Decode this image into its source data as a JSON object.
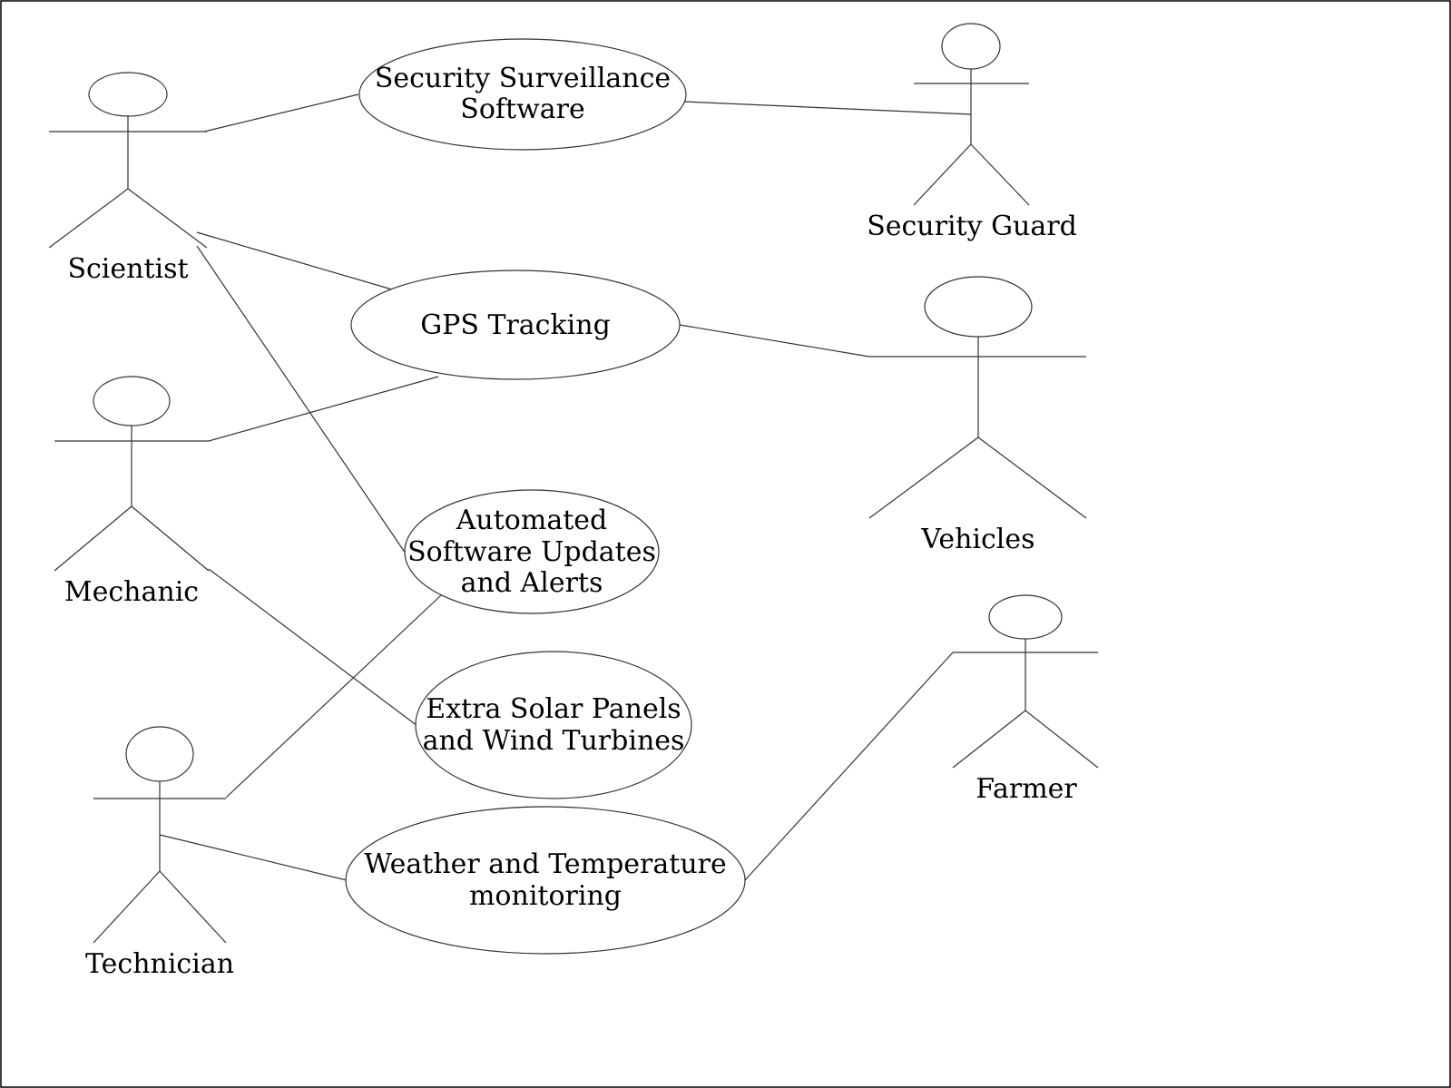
{
  "actors": [
    {
      "id": "scientist",
      "label": "Scientist"
    },
    {
      "id": "security-guard",
      "label": "Security Guard"
    },
    {
      "id": "mechanic",
      "label": "Mechanic"
    },
    {
      "id": "vehicles",
      "label": "Vehicles"
    },
    {
      "id": "farmer",
      "label": "Farmer"
    },
    {
      "id": "technician",
      "label": "Technician"
    }
  ],
  "use_cases": [
    {
      "id": "security-surveillance",
      "lines": [
        "Security Surveillance",
        "Software"
      ]
    },
    {
      "id": "gps-tracking",
      "lines": [
        "GPS Tracking"
      ]
    },
    {
      "id": "automated-updates",
      "lines": [
        "Automated",
        "Software Updates",
        "and Alerts"
      ]
    },
    {
      "id": "solar-wind",
      "lines": [
        "Extra Solar Panels",
        "and Wind Turbines"
      ]
    },
    {
      "id": "weather-monitoring",
      "lines": [
        "Weather and Temperature",
        "monitoring"
      ]
    }
  ],
  "associations": [
    {
      "actor": "scientist",
      "use_case": "security-surveillance"
    },
    {
      "actor": "security-guard",
      "use_case": "security-surveillance"
    },
    {
      "actor": "scientist",
      "use_case": "gps-tracking"
    },
    {
      "actor": "scientist",
      "use_case": "automated-updates"
    },
    {
      "actor": "mechanic",
      "use_case": "gps-tracking"
    },
    {
      "actor": "vehicles",
      "use_case": "gps-tracking"
    },
    {
      "actor": "mechanic",
      "use_case": "solar-wind"
    },
    {
      "actor": "technician",
      "use_case": "automated-updates"
    },
    {
      "actor": "technician",
      "use_case": "weather-monitoring"
    },
    {
      "actor": "farmer",
      "use_case": "weather-monitoring"
    }
  ]
}
